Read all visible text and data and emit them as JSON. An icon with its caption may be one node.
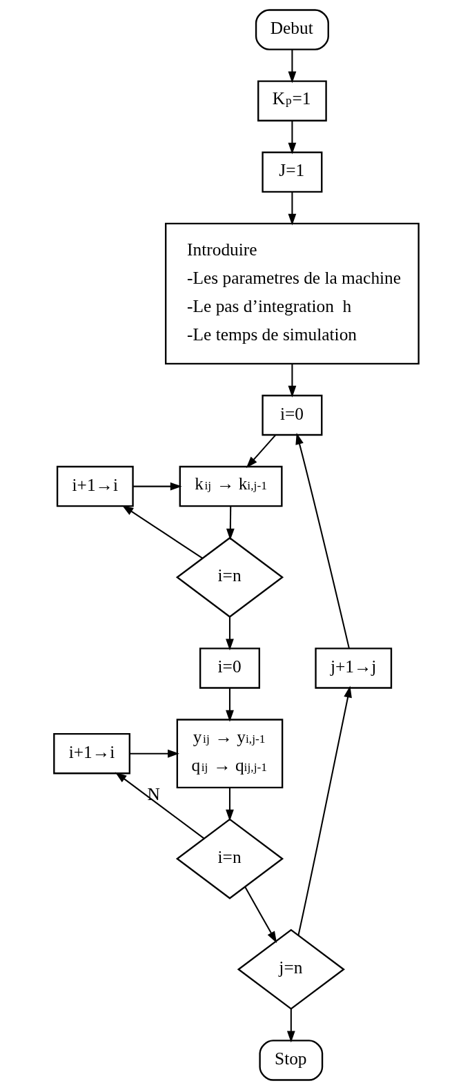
{
  "diagram": {
    "nodes": [
      {
        "text": [
          "Debut"
        ]
      },
      {
        "text": [
          "K$_{p}$=1"
        ]
      },
      {
        "text": [
          "J=1"
        ]
      },
      {
        "text": [
          "Introduire",
          "-Les parametres de la machine",
          "-Le pas d’integration  h",
          "-Le temps de simulation"
        ]
      },
      {
        "text": [
          "i=0"
        ]
      },
      {
        "text": [
          "i+1→i"
        ]
      },
      {
        "text": [
          "k$_{ij}$ → k$_{i,j-1}$"
        ]
      },
      {
        "text": [
          "i=n"
        ]
      },
      {
        "text": [
          "j+1→j"
        ]
      },
      {
        "text": [
          "i=0"
        ]
      },
      {
        "text": [
          "y$_{ij}$ → y$_{i,j-1}$",
          "q$_{ij}$ → q$_{ij,j-1}$"
        ]
      },
      {
        "text": [
          "i+1→i"
        ]
      },
      {
        "text": [
          "i=n"
        ]
      },
      {
        "text": [
          "j=n"
        ]
      },
      {
        "text": [
          "Stop"
        ]
      }
    ],
    "edges": [
      {
        "from": 0,
        "to": 1,
        "arrow": "to"
      },
      {
        "from": 1,
        "to": 2,
        "arrow": "to"
      },
      {
        "from": 2,
        "to": 3,
        "arrow": "to"
      },
      {
        "from": 3,
        "to": 4,
        "arrow": "to"
      },
      {
        "from": 4,
        "to": 6,
        "arrow": "to"
      },
      {
        "from": 6,
        "to": 7,
        "arrow": "to"
      },
      {
        "from": 7,
        "to": 5,
        "arrow": "to"
      },
      {
        "from": 5,
        "to": 6,
        "arrow": "to"
      },
      {
        "from": 7,
        "to": 9,
        "arrow": "to"
      },
      {
        "from": 9,
        "to": 10,
        "arrow": "to"
      },
      {
        "from": 10,
        "to": 12,
        "arrow": "to"
      },
      {
        "from": 12,
        "to": 11,
        "arrow": "to",
        "label": "N"
      },
      {
        "from": 11,
        "to": 10,
        "arrow": "to"
      },
      {
        "from": 12,
        "to": 13,
        "arrow": "to"
      },
      {
        "from": 13,
        "to": 8,
        "arrow": "to"
      },
      {
        "from": 8,
        "to": 4,
        "arrow": "to"
      },
      {
        "from": 13,
        "to": 14,
        "arrow": "to"
      }
    ]
  }
}
